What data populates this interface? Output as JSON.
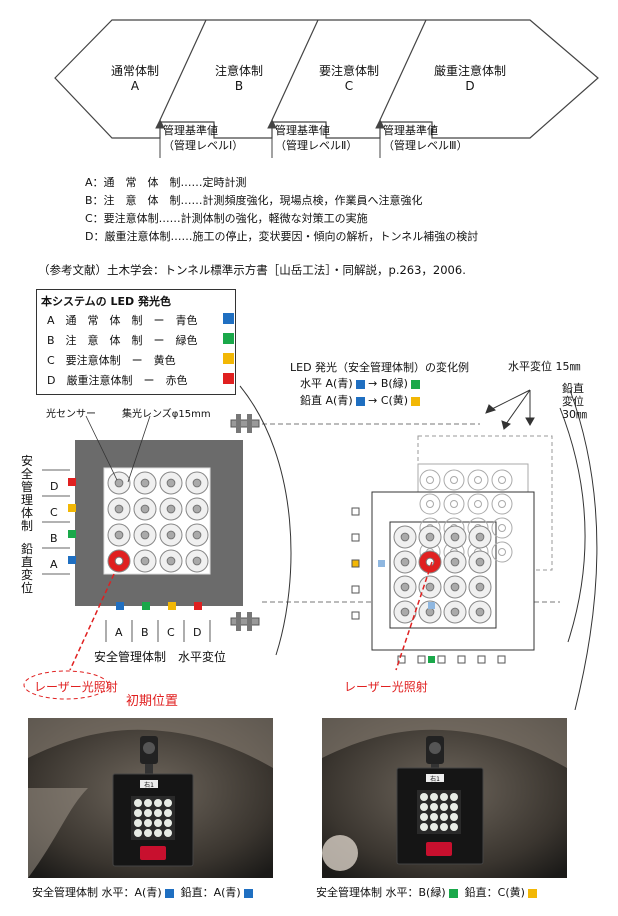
{
  "levels": [
    {
      "name": "通常体制",
      "letter": "A"
    },
    {
      "name": "注意体制",
      "letter": "B"
    },
    {
      "name": "要注意体制",
      "letter": "C"
    },
    {
      "name": "厳重注意体制",
      "letter": "D"
    }
  ],
  "thresholds": [
    {
      "l1": "管理基準値",
      "l2": "（管理レベルⅠ）"
    },
    {
      "l1": "管理基準値",
      "l2": "（管理レベルⅡ）"
    },
    {
      "l1": "管理基準値",
      "l2": "（管理レベルⅢ）"
    }
  ],
  "definitions": [
    "A：通　常　体　制……定時計測",
    "B：注　意　体　制……計測頻度強化，現場点検，作業員へ注意強化",
    "C：要注意体制……計測体制の強化，軽微な対策工の実施",
    "D：厳重注意体制……施工の停止，変状要因・傾向の解析，トンネル補強の検討"
  ],
  "reference": "（参考文献）土木学会：トンネル標準示方書［山岳工法］・同解説，p.263，2006.",
  "legend": {
    "title": "本システムの LED 発光色",
    "rows": [
      {
        "text": "A　通　常　体　制　ー　青色",
        "color": "#1f6fc1"
      },
      {
        "text": "B　注　意　体　制　ー　緑色",
        "color": "#1aa84a"
      },
      {
        "text": "C　要注意体制　ー　黄色",
        "color": "#f2b705"
      },
      {
        "text": "D　厳重注意体制　ー　赤色",
        "color": "#e02020"
      }
    ]
  },
  "colors": {
    "blue": "#1f6fc1",
    "green": "#1aa84a",
    "yellow": "#f2b705",
    "red": "#e02020"
  },
  "left_diagram": {
    "sensor_label": "光センサー",
    "lens_label": "集光レンズφ15mm",
    "vertical_label_1": "安全管理体制",
    "vertical_label_2": "鉛直変位",
    "row_letters": [
      "D",
      "C",
      "B",
      "A"
    ],
    "col_letters": [
      "A",
      "B",
      "C",
      "D"
    ],
    "bottom_label_1": "安全管理体制",
    "bottom_label_2": "水平変位",
    "laser_label": "レーザー光照射",
    "initial_label": "初期位置"
  },
  "right_diagram": {
    "example_title": "LED 発光（安全管理体制）の変化例",
    "horizontal_line": {
      "prefix": "水平",
      "from": "A(青)",
      "to": "B(緑)"
    },
    "vertical_line": {
      "prefix": "鉛直",
      "from": "A(青)",
      "to": "C(黄)"
    },
    "arrow": "→",
    "horiz_disp": "水平変位 15㎜",
    "vert_disp_1": "鉛直",
    "vert_disp_2": "変位",
    "vert_disp_3": "30㎜",
    "laser_label": "レーザー光照射"
  },
  "photos": [
    {
      "plate": "右1",
      "caption_prefix": "安全管理体制",
      "caption_h": "水平：A(青)",
      "caption_v": "鉛直：A(青)"
    },
    {
      "plate": "右1",
      "caption_prefix": "安全管理体制",
      "caption_h": "水平：B(緑)",
      "caption_v": "鉛直：C(黄)"
    }
  ]
}
